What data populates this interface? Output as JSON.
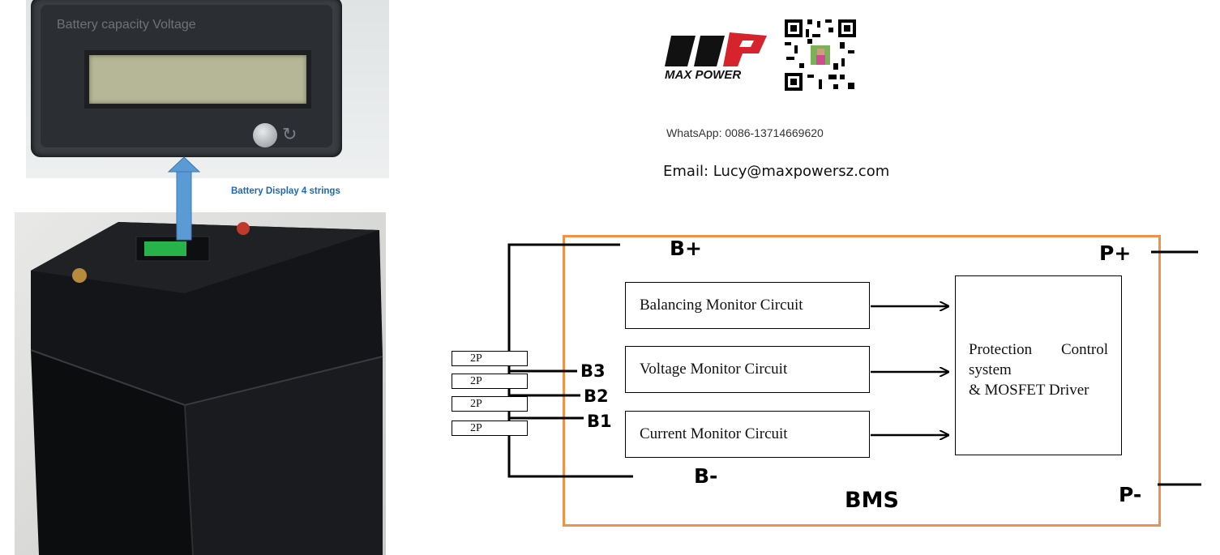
{
  "display_photo": {
    "title": "Battery capacity Voltage",
    "caption": "Battery Display 4 strings",
    "reset_icon": "↻"
  },
  "brand": {
    "logo_text": "MAX POWER",
    "whatsapp": "WhatsApp: 0086-13714669620",
    "email": "Email:  Lucy@maxpowersz.com"
  },
  "bms_diagram": {
    "box_label": "BMS",
    "terminals": {
      "b_plus": "B+",
      "b_minus": "B-",
      "p_plus": "P+",
      "p_minus": "P-"
    },
    "taps": [
      "B3",
      "B2",
      "B1"
    ],
    "packs": [
      "2P",
      "2P",
      "2P",
      "2P"
    ],
    "circuits": {
      "balancing": "Balancing Monitor Circuit",
      "voltage": "Voltage Monitor Circuit",
      "current": "Current Monitor Circuit"
    },
    "protection": {
      "line1_a": "Protection",
      "line1_b": "Control",
      "line2": "system",
      "line3": "& MOSFET Driver"
    },
    "colors": {
      "box_border": "#f0914a",
      "caption": "#1d67b8",
      "arrow_blue": "#5b9bd5"
    }
  }
}
